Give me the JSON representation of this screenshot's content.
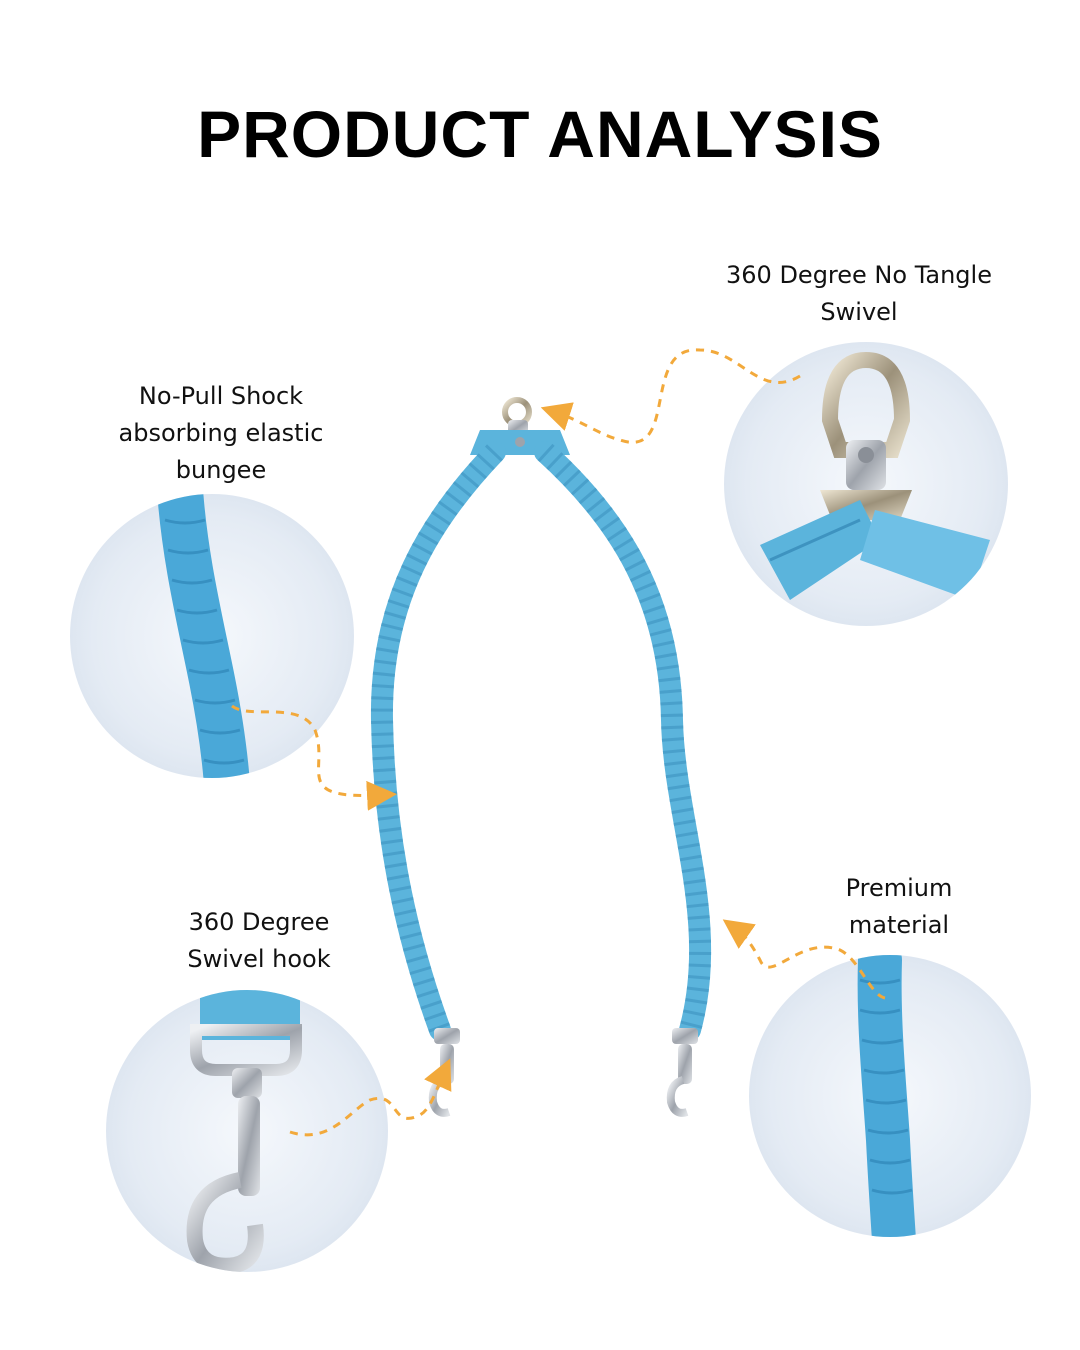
{
  "title": "PRODUCT ANALYSIS",
  "callouts": {
    "bungee": [
      "No-Pull Shock",
      "absorbing elastic",
      "bungee"
    ],
    "swivel": [
      "360 Degree No Tangle",
      "Swivel"
    ],
    "hook": [
      "360 Degree",
      "Swivel hook"
    ],
    "material": [
      "Premium",
      "material"
    ]
  },
  "colors": {
    "leash": "#5bb4dc",
    "leash_dark": "#3e93c0",
    "arrow": "#f2a93b",
    "fur": "#e8eef6",
    "metal": "#b9bcc3"
  },
  "icons": [
    "leash-photo",
    "zoom-circle",
    "dashed-arrow"
  ]
}
